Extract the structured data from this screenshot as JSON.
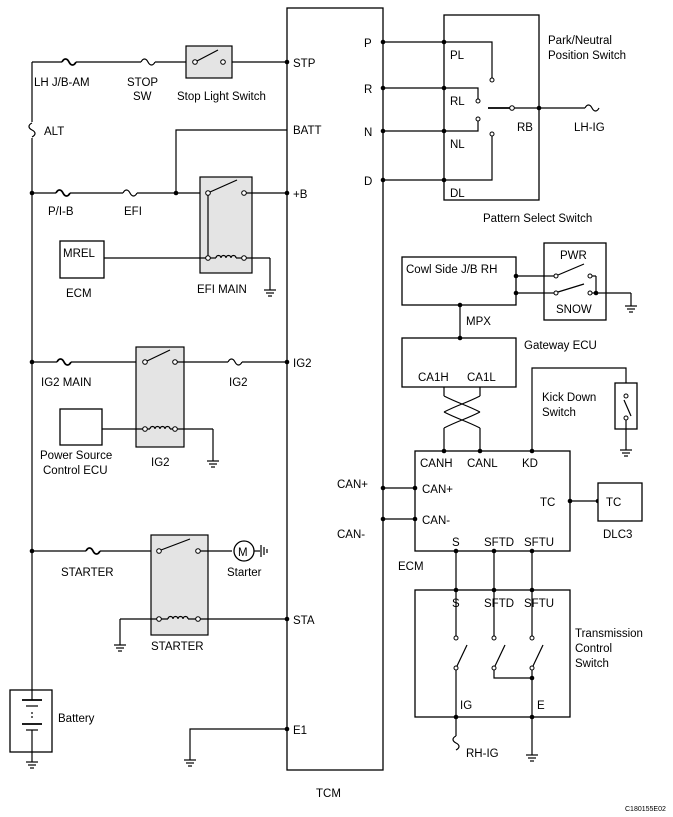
{
  "diagram_id": "C180155E02",
  "labels": {
    "lh_jb_am": "LH J/B-AM",
    "stop_sw_1": "STOP",
    "stop_sw_2": "SW",
    "stop_light_switch": "Stop Light Switch",
    "stp": "STP",
    "alt": "ALT",
    "batt": "BATT",
    "p_i_b": "P/I-B",
    "efi": "EFI",
    "plus_b": "+B",
    "mrel": "MREL",
    "ecm_left": "ECM",
    "efi_main": "EFI MAIN",
    "ig2_main": "IG2 MAIN",
    "ig2_fuse": "IG2",
    "ig2_pin": "IG2",
    "ig2_relay": "IG2",
    "power_source_1": "Power Source",
    "power_source_2": "Control ECU",
    "starter_fuse": "STARTER",
    "starter_motor": "Starter",
    "motor_symbol": "M",
    "starter_relay": "STARTER",
    "sta": "STA",
    "battery": "Battery",
    "e1": "E1",
    "tcm": "TCM",
    "p": "P",
    "r": "R",
    "n": "N",
    "d": "D",
    "pl": "PL",
    "rl": "RL",
    "nl": "NL",
    "dl": "DL",
    "rb": "RB",
    "lh_ig": "LH-IG",
    "park_neutral_1": "Park/Neutral",
    "park_neutral_2": "Position Switch",
    "pattern_select": "Pattern Select Switch",
    "cowl_side": "Cowl Side J/B RH",
    "pwr": "PWR",
    "snow": "SNOW",
    "mpx": "MPX",
    "gateway_ecu": "Gateway ECU",
    "ca1h": "CA1H",
    "ca1l": "CA1L",
    "kick_down_1": "Kick Down",
    "kick_down_2": "Switch",
    "canh": "CANH",
    "canl": "CANL",
    "kd": "KD",
    "can_plus_tcm": "CAN+",
    "can_plus": "CAN+",
    "can_minus_tcm": "CAN-",
    "can_minus": "CAN-",
    "tc": "TC",
    "tc_dlc": "TC",
    "dlc3": "DLC3",
    "s": "S",
    "sftd": "SFTD",
    "sftu": "SFTU",
    "ecm_right": "ECM",
    "s2": "S",
    "sftd2": "SFTD",
    "sftu2": "SFTU",
    "tcs_1": "Transmission",
    "tcs_2": "Control",
    "tcs_3": "Switch",
    "ig": "IG",
    "e": "E",
    "rh_ig": "RH-IG"
  }
}
